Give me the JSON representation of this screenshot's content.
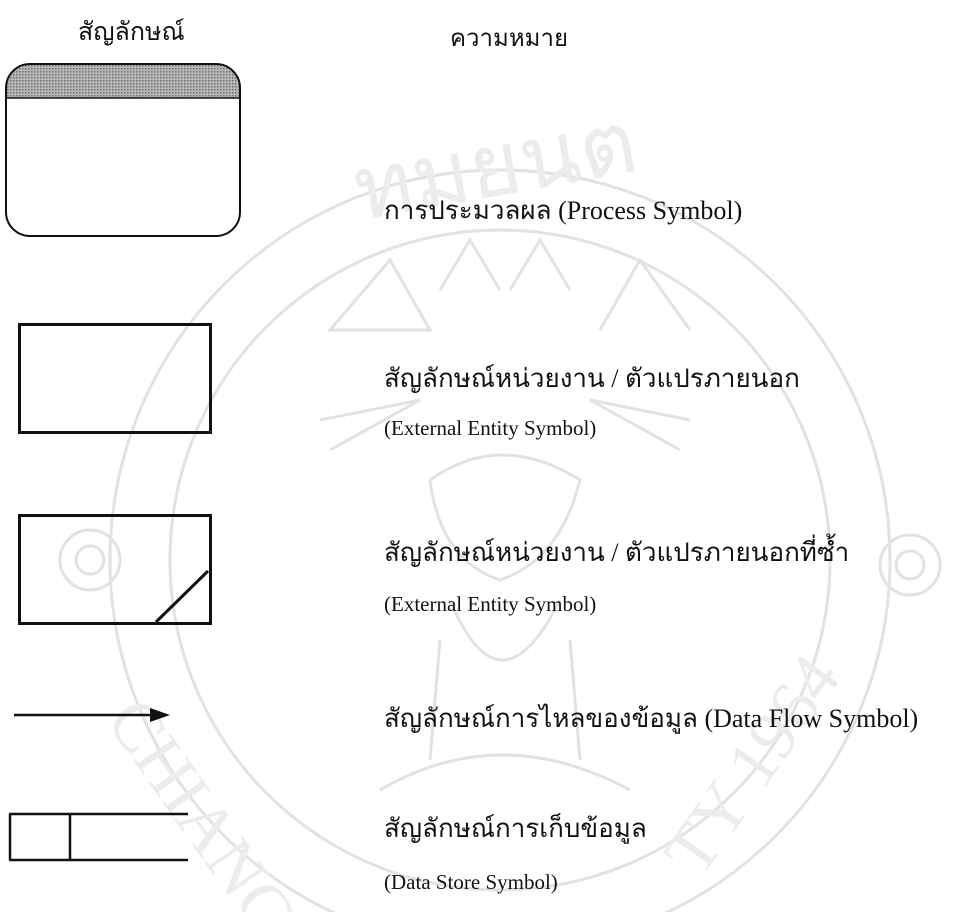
{
  "headers": {
    "symbol": "สัญลักษณ์",
    "meaning": "ความหมาย"
  },
  "rows": [
    {
      "text": "การประมวลผล (Process Symbol)",
      "sub": ""
    },
    {
      "text": "สัญลักษณ์หน่วยงาน / ตัวแปรภายนอก",
      "sub": "(External Entity Symbol)"
    },
    {
      "text": "สัญลักษณ์หน่วยงาน / ตัวแปรภายนอกที่ซ้ำ",
      "sub": "(External Entity Symbol)"
    },
    {
      "text": "สัญลักษณ์การไหลของข้อมูล (Data Flow Symbol)",
      "sub": ""
    },
    {
      "text": "สัญลักษณ์การเก็บข้อมูล",
      "sub": "(Data Store Symbol)"
    }
  ],
  "watermark": {
    "arc_text": "ทมยนต",
    "bottom_left": "CHIANG",
    "bottom_right": "TY 1964",
    "color": "#e2e2e2"
  },
  "colors": {
    "ink": "#111111",
    "header_band": "#9a9a9a"
  },
  "icons": [
    "process-symbol-icon",
    "external-entity-icon",
    "duplicate-entity-icon",
    "data-flow-arrow-icon",
    "data-store-icon"
  ]
}
